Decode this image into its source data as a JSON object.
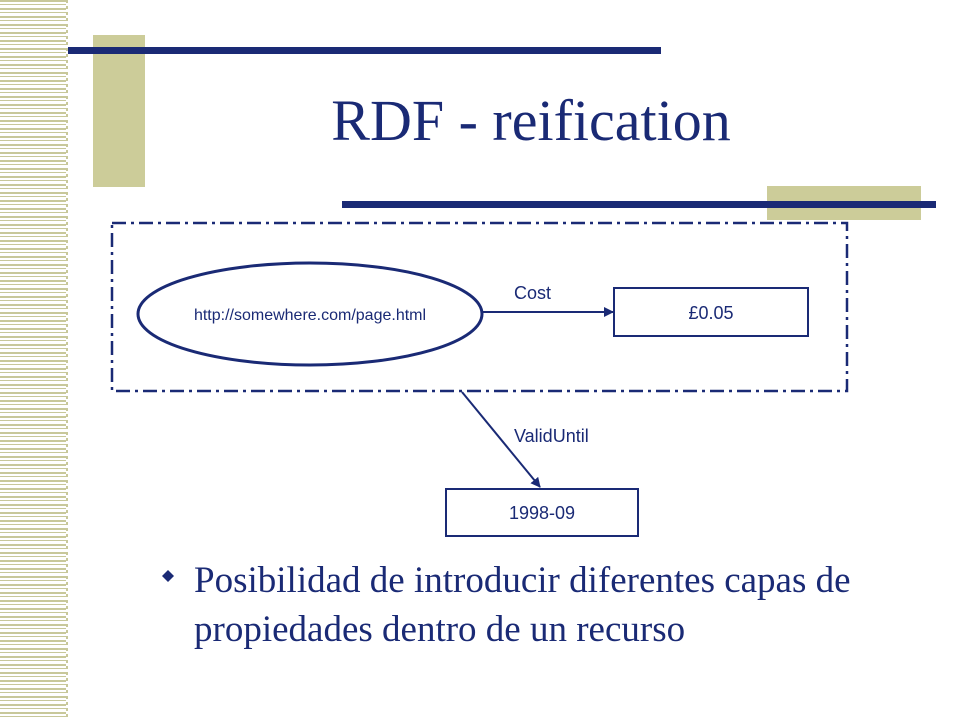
{
  "slide": {
    "title": "RDF - reification",
    "bullet": "Posibilidad de introducir diferentes capas de propiedades dentro de un recurso"
  },
  "diagram": {
    "resource": "http://somewhere.com/page.html",
    "property_cost": "Cost",
    "value_cost": "£0.05",
    "property_valid": "ValidUntil",
    "value_date": "1998-09"
  },
  "colors": {
    "primary": "#1a2a75",
    "accent": "#cccc99"
  }
}
